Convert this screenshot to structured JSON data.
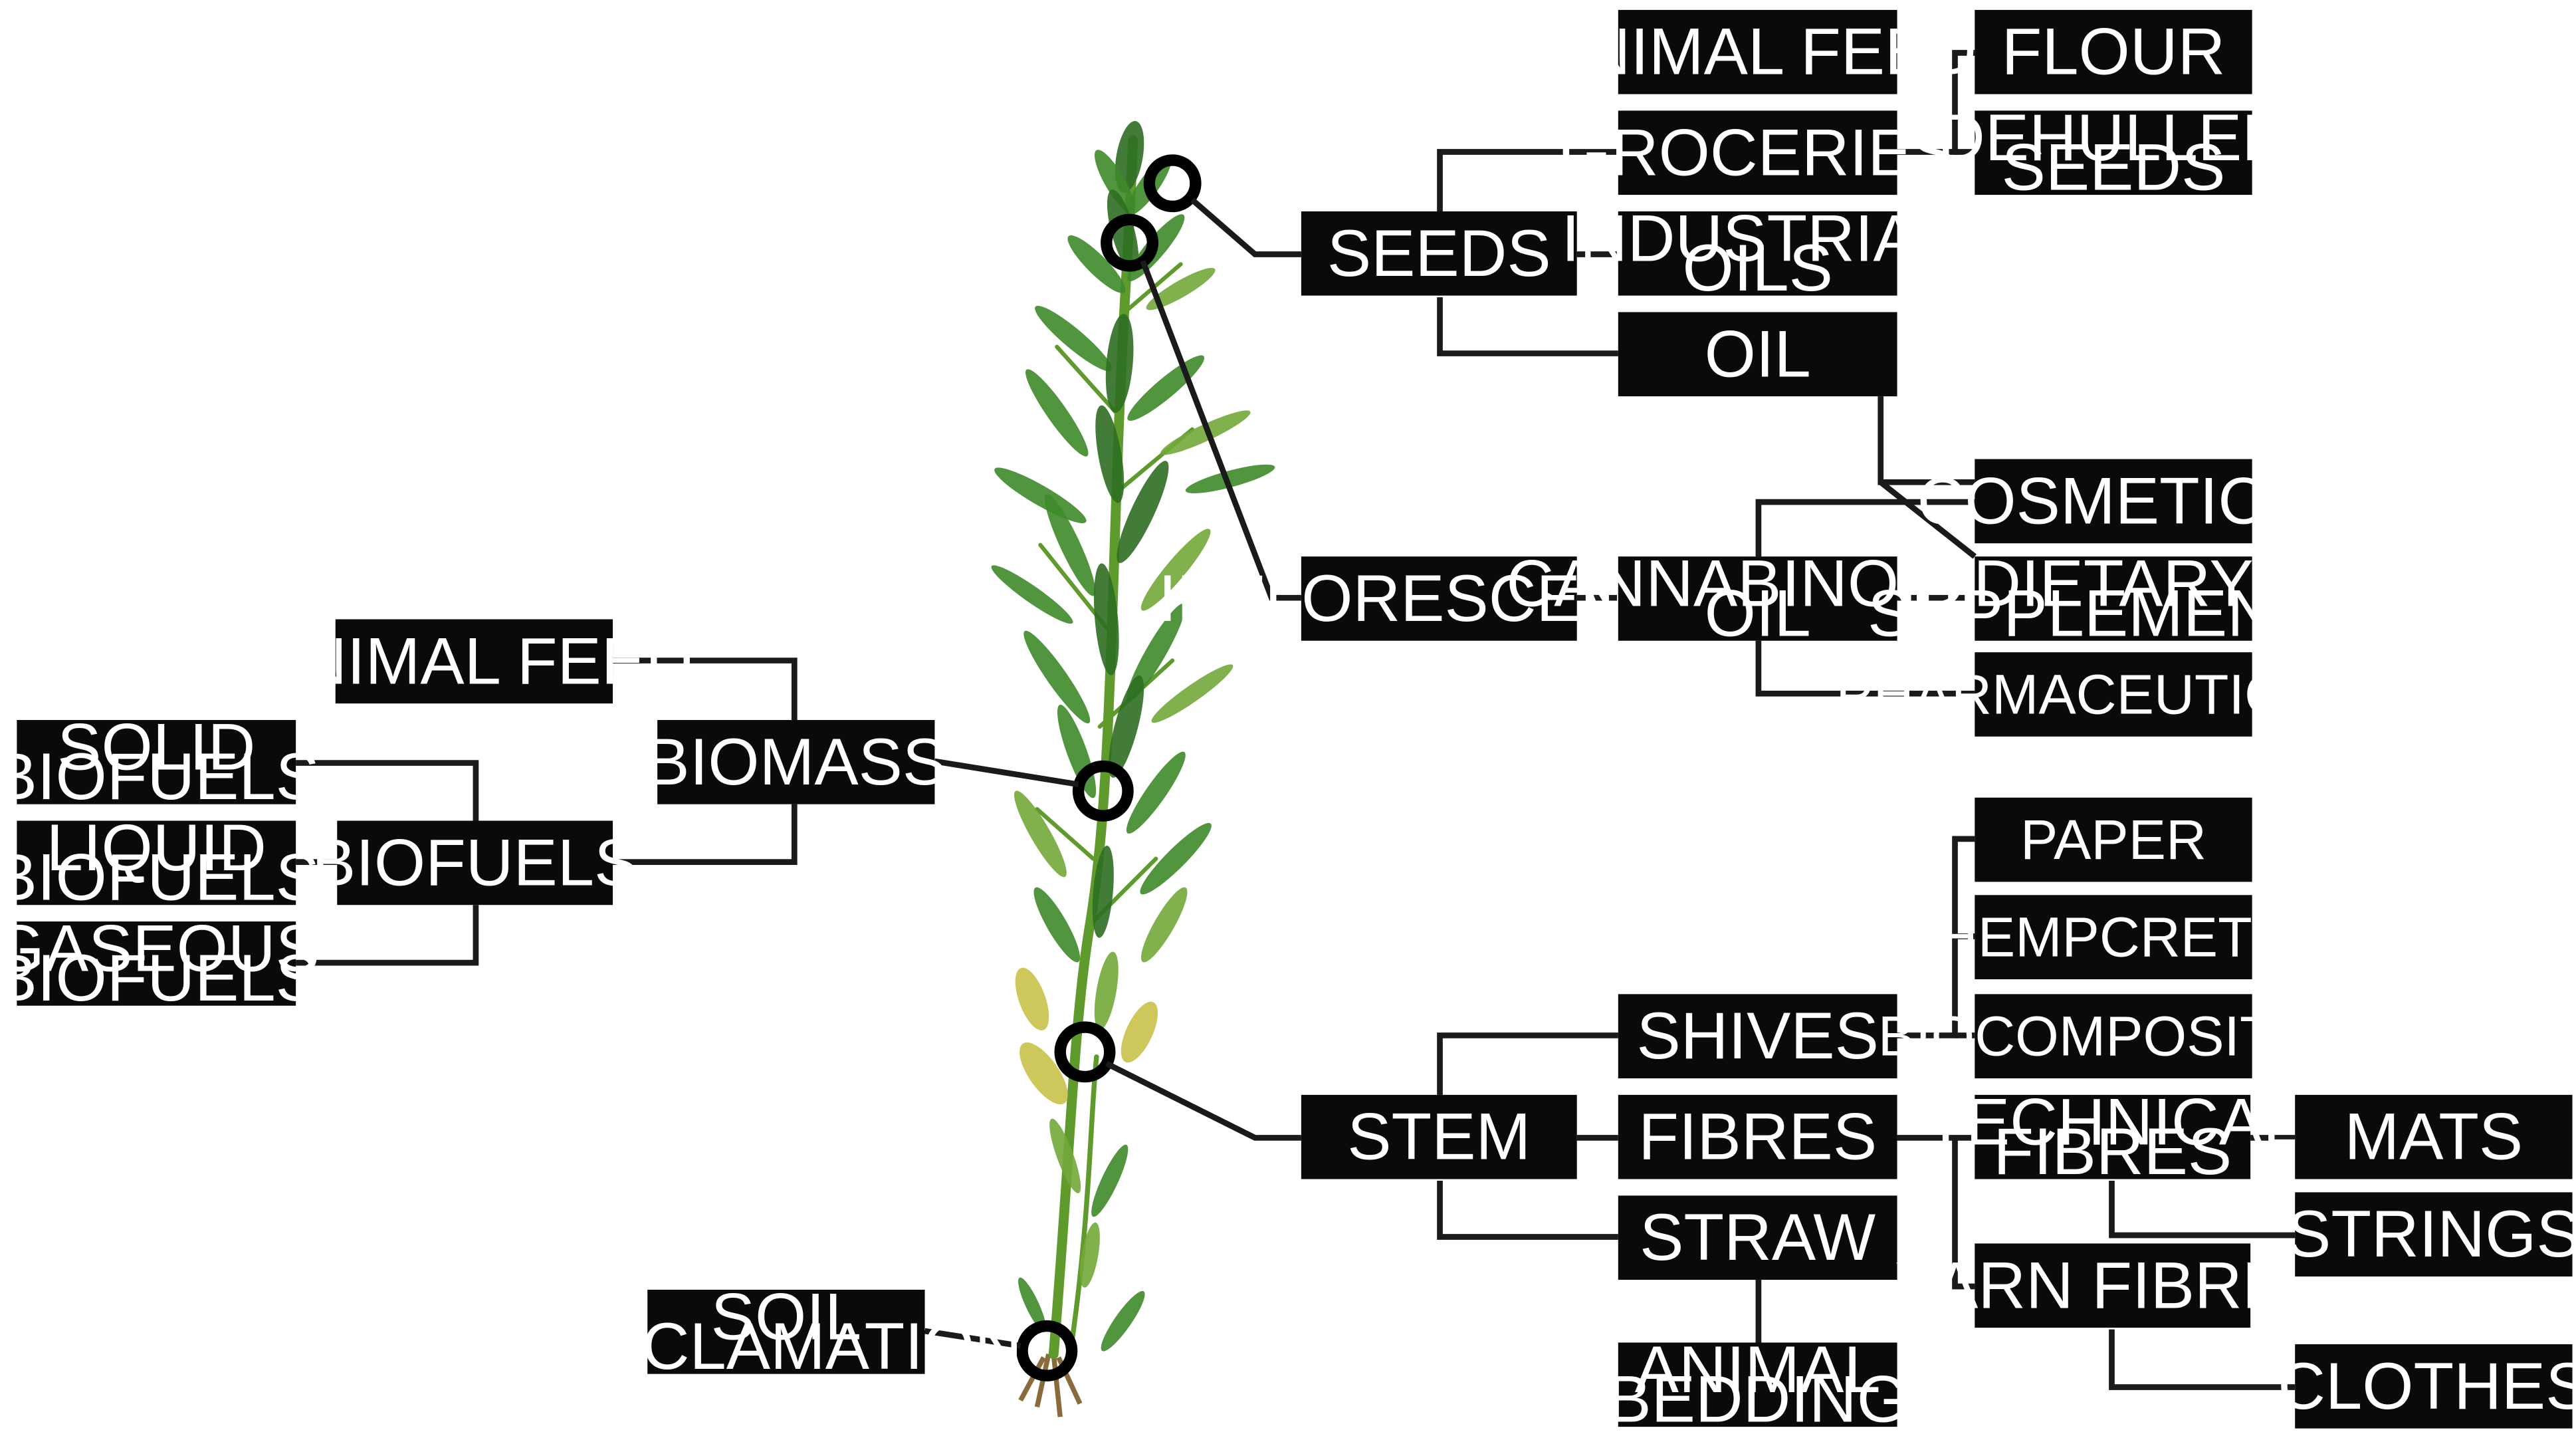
{
  "colors": {
    "box_fill": "#0a0a0a",
    "box_text": "#ffffff",
    "connector": "#1a1a1a",
    "plant_green": "#3e8a2a",
    "plant_yellow": "#c9c24a"
  },
  "nodes": {
    "seeds": "SEEDS",
    "animal_feed_top": "ANIMAL FEED",
    "groceries": "GROCERIES",
    "industrial_oils": [
      "INDUSTRIAL",
      "OILS"
    ],
    "oil": "OIL",
    "flour": "FLOUR",
    "dehulled_seeds": [
      "DEHULLED",
      "SEEDS"
    ],
    "inflorescence": "INFLORESCENCE",
    "cannabinoids_oil": [
      "CANNABINOIDS",
      "OIL"
    ],
    "cosmetics": "COSMETICS",
    "dietary_supplements": [
      "DIETARY",
      "SUPPLEMENTS"
    ],
    "pharmaceuticals": "PHARMACEUTICALS",
    "biomass": "BIOMASS",
    "animal_feed_left": "ANIMAL FEED",
    "biofuels": "BIOFUELS",
    "solid_biofuels": [
      "SOLID",
      "BIOFUELS"
    ],
    "liquid_biofuels": [
      "LIQUID",
      "BIOFUELS"
    ],
    "gaseous_biofuels": [
      "GASEOUS",
      "BIOFUELS"
    ],
    "stem": "STEM",
    "shives": "SHIVES",
    "fibres": "FIBRES",
    "straw": "STRAW",
    "animal_bedding": [
      "ANIMAL",
      "BEDDING"
    ],
    "paper": "PAPER",
    "hempcrete": "HEMPCRETE",
    "biocomposites": "BIOCOMPOSITES",
    "technical_fibres": [
      "TECHNICAL",
      "FIBRES"
    ],
    "yarn_fibres": "YARN FIBRES",
    "mats": "MATS",
    "strings": "STRINGS",
    "clothes": "CLOTHES",
    "soil_reclamation": [
      "SOIL",
      "RECLAMATION"
    ]
  }
}
